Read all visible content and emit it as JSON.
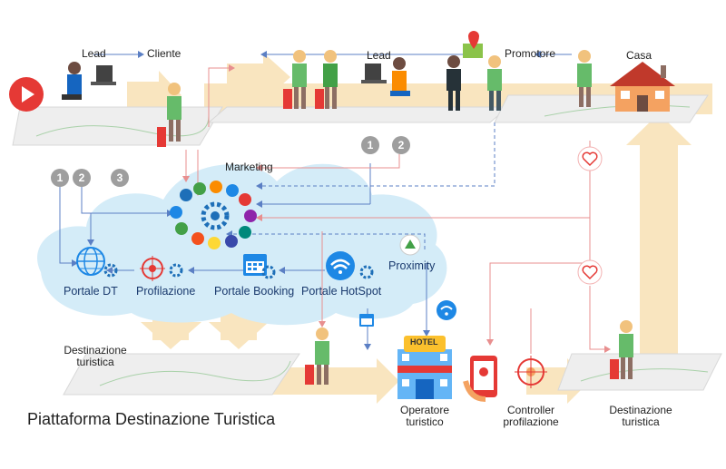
{
  "title": "Piattaforma Destinazione Turistica",
  "labels": {
    "lead_left": "Lead",
    "cliente": "Cliente",
    "lead_top": "Lead",
    "promotore": "Promotore",
    "casa": "Casa",
    "marketing": "Marketing",
    "portale_dt": "Portale DT",
    "profilazione": "Profilazione",
    "portale_booking": "Portale Booking",
    "portale_hotspot": "Portale HotSpot",
    "proximity": "Proximity",
    "destinazione_left_1": "Destinazione",
    "destinazione_left_2": "turistica",
    "operatore_1": "Operatore",
    "operatore_2": "turistico",
    "controller_1": "Controller",
    "controller_2": "profilazione",
    "destinazione_right_1": "Destinazione",
    "destinazione_right_2": "turistica",
    "hotel_sign": "HOTEL"
  },
  "badges": [
    "1",
    "2",
    "3",
    "1",
    "2"
  ],
  "icons": {
    "play": "play-icon",
    "globe": "globe-icon",
    "target": "target-icon",
    "calendar": "calendar-icon",
    "wifi": "wifi-icon",
    "gear": "gear-icon",
    "heart": "heart-icon",
    "house": "house-icon",
    "hotel": "hotel-icon",
    "phone": "phone-icon",
    "map-pin": "map-pin-icon",
    "tourist": "tourist-icon"
  },
  "colors": {
    "cloud": "#d4ecf8",
    "arrow_band": "#f8e1b4",
    "link_blue": "#5b7fc4",
    "link_red": "#e88f8f",
    "dark_blue": "#1e6fb8",
    "heart": "#e53935"
  }
}
